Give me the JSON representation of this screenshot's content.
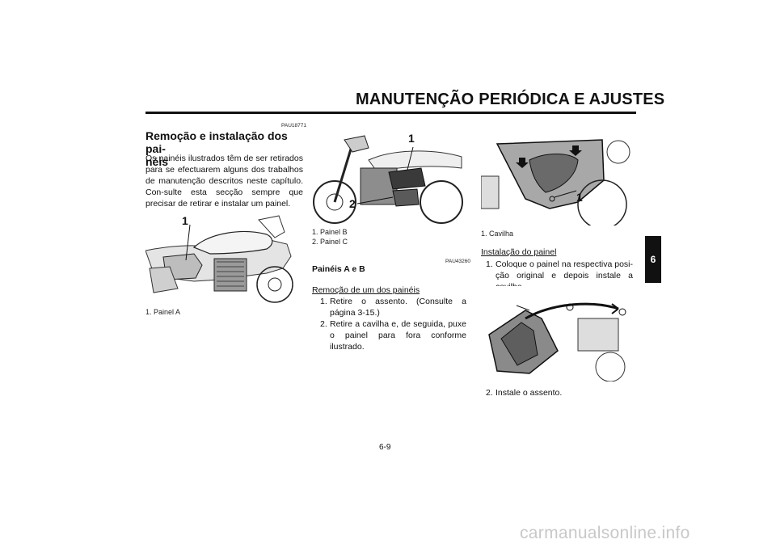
{
  "header": {
    "title": "MANUTENÇÃO PERIÓDICA E AJUSTES"
  },
  "left": {
    "code": "PAU18771",
    "title": "Remoção e instalação dos pai-\nnéis",
    "paragraph": "Os painéis ilustrados têm de ser retirados para se efectuarem alguns dos trabalhos de manutenção descritos neste capítulo. Con-sulte esta secção sempre que precisar de retirar e instalar um painel.",
    "figure_callout": "1",
    "caption": "1.  Painel A"
  },
  "middle": {
    "figure_callouts": [
      "1",
      "2"
    ],
    "captions": [
      "1.  Painel B",
      "2.  Painel C"
    ],
    "code": "PAU43260",
    "subtitle": "Painéis A e B",
    "removal_heading": "Remoção de um dos painéis",
    "steps": [
      {
        "num": "1.",
        "text": "Retire o assento. (Consulte a página 3-15.)"
      },
      {
        "num": "2.",
        "text": "Retire a cavilha e, de seguida, puxe o painel para fora conforme ilustrado."
      }
    ]
  },
  "right": {
    "figure_callout": "1",
    "caption": "1.  Cavilha",
    "install_heading": "Instalação do painel",
    "steps": [
      {
        "num": "1.",
        "text": "Coloque o painel na respectiva posi-ção original e depois instale a cavilha."
      },
      {
        "num": "2.",
        "text": "Instale o assento."
      }
    ]
  },
  "chapter_tab": "6",
  "page_number": "6-9",
  "watermark": "carmanualsonline.info"
}
